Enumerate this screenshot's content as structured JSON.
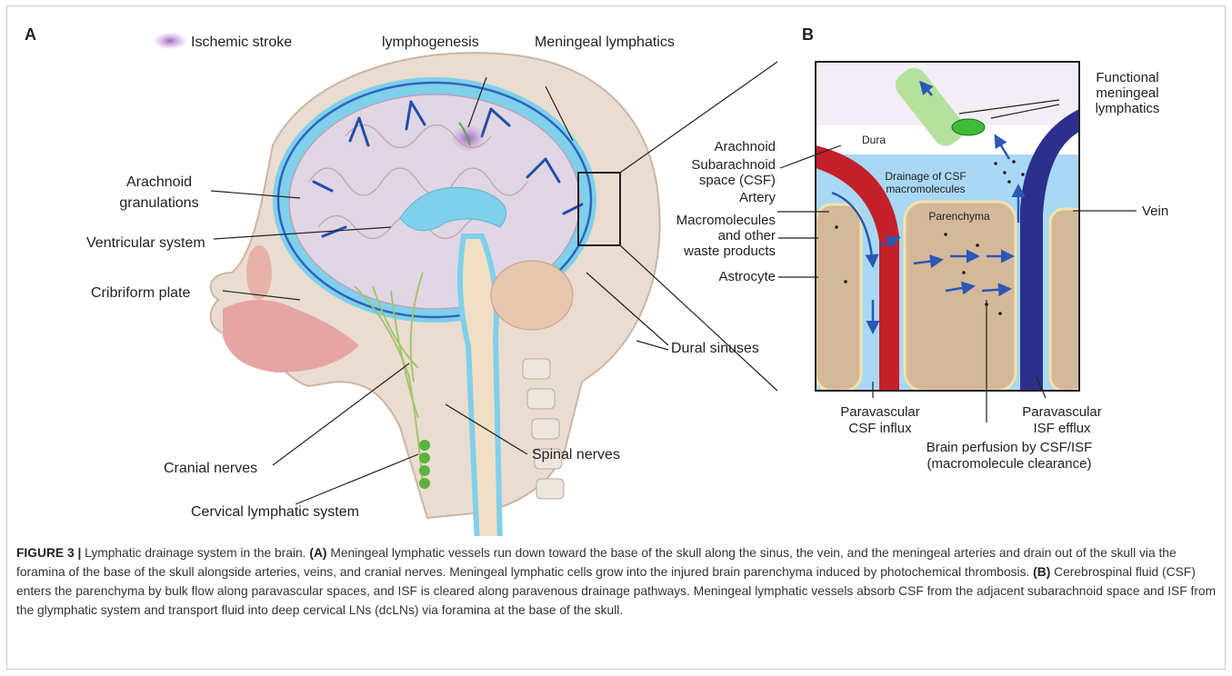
{
  "panel_a": {
    "letter": "A",
    "legend_stroke": "Ischemic stroke",
    "labels": {
      "lymphogenesis": "lymphogenesis",
      "meningeal_lymphatics": "Meningeal lymphatics",
      "arachnoid_1": "Arachnoid",
      "arachnoid_2": "granulations",
      "ventricular": "Ventricular system",
      "cribriform": "Cribriform plate",
      "dural": "Dural sinuses",
      "cranial": "Cranial nerves",
      "spinal": "Spinal nerves",
      "cervical": "Cervical lymphatic system"
    }
  },
  "panel_b": {
    "letter": "B",
    "labels": {
      "functional_1": "Functional",
      "functional_2": "meningeal",
      "functional_3": "lymphatics",
      "arachnoid": "Arachnoid",
      "subarachnoid_1": "Subarachnoid",
      "subarachnoid_2": "space (CSF)",
      "artery": "Artery",
      "macro_1": "Macromolecules",
      "macro_2": "and other",
      "macro_3": "waste products",
      "astrocyte": "Astrocyte",
      "dura": "Dura",
      "drainage_1": "Drainage of CSF",
      "drainage_2": "macromolecules",
      "parenchyma": "Parenchyma",
      "vein": "Vein",
      "influx_1": "Paravascular",
      "influx_2": "CSF influx",
      "efflux_1": "Paravascular",
      "efflux_2": "ISF efflux",
      "perfusion_1": "Brain perfusion by CSF/ISF",
      "perfusion_2": "(macromolecule clearance)"
    }
  },
  "caption": {
    "figure_label": "FIGURE 3 |",
    "title": " Lymphatic drainage system in the brain. ",
    "a_marker": "(A)",
    "a_text": " Meningeal lymphatic vessels run down toward the base of the skull along the sinus, the vein, and the meningeal arteries and drain out of the skull via the foramina of the base of the skull alongside arteries, veins, and cranial nerves. Meningeal lymphatic cells grow into the injured brain parenchyma induced by photochemical thrombosis. ",
    "b_marker": "(B)",
    "b_text": " Cerebrospinal fluid (CSF) enters the parenchyma by bulk flow along paravascular spaces, and ISF is cleared along paravenous drainage pathways. Meningeal lymphatic vessels absorb CSF from the adjacent subarachnoid space and ISF from the glymphatic system and transport fluid into deep cervical LNs (dcLNs) via foramina at the base of the skull."
  }
}
